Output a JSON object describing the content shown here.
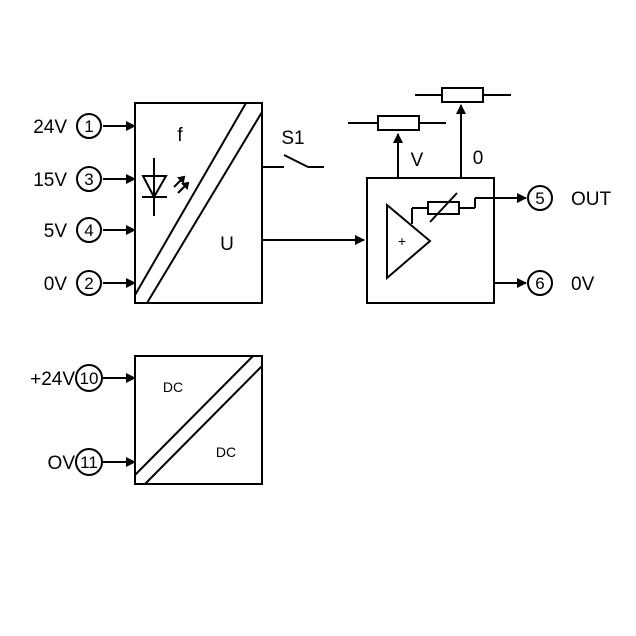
{
  "converter": {
    "inputs": [
      {
        "voltage": "24V",
        "terminal": "1"
      },
      {
        "voltage": "15V",
        "terminal": "3"
      },
      {
        "voltage": "5V",
        "terminal": "4"
      },
      {
        "voltage": "0V",
        "terminal": "2"
      }
    ],
    "top_label": "f",
    "bottom_label": "U"
  },
  "switch_label": "S1",
  "amplifier": {
    "gain_pot_label": "V",
    "zero_pot_label": "0",
    "symbol": "+",
    "outputs": [
      {
        "terminal": "5",
        "label": "OUT"
      },
      {
        "terminal": "6",
        "label": "0V"
      }
    ]
  },
  "power": {
    "inputs": [
      {
        "voltage": "+24V",
        "terminal": "10"
      },
      {
        "voltage": "OV",
        "terminal": "11"
      }
    ],
    "top_label": "DC",
    "bottom_label": "DC"
  }
}
